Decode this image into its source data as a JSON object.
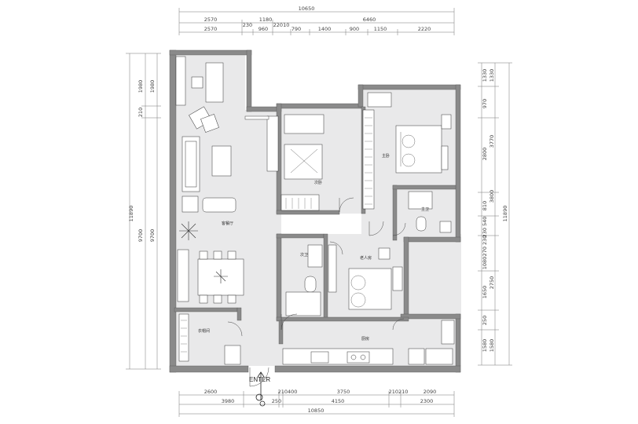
{
  "dimensions": {
    "top_total": "10650",
    "top_row2": [
      "2570",
      "1180",
      "6460"
    ],
    "top_row3_a": "230",
    "top_row3_b": "22010",
    "top_row3": [
      "2570",
      "960",
      "790",
      "1400",
      "900",
      "1150",
      "2220"
    ],
    "bottom_row1": [
      "2600",
      "210400",
      "3750",
      "210210",
      "2090"
    ],
    "bottom_row2": [
      "3980",
      "250",
      "4150",
      "2300"
    ],
    "bottom_total": "10850",
    "left_outer": [
      "11890"
    ],
    "left_inner": [
      "1980",
      "210",
      "9700"
    ],
    "left_inner2": [
      "1980",
      "9700"
    ],
    "right_outer": [
      "1330",
      "3770",
      "11890"
    ],
    "right_inner": [
      "1330",
      "970",
      "2800",
      "3800",
      "810",
      "230 540",
      "270 230",
      "1080",
      "2750",
      "1650",
      "250",
      "1580"
    ],
    "right_inner2": [
      "1580"
    ]
  },
  "rooms": {
    "living_dining": "客餐厅",
    "master_bedroom": "主卧",
    "second_bedroom": "次卧",
    "elder_room": "老人房",
    "kitchen": "厨房",
    "cloakroom": "衣帽间",
    "master_bath": "主卫",
    "shared_bath": "次卫"
  },
  "entrance_label": "ENTER",
  "colors": {
    "wall": "#8a8a8a",
    "wall_outline": "#555555",
    "floor": "#e9e9ea",
    "line": "#333333",
    "white": "#ffffff"
  }
}
